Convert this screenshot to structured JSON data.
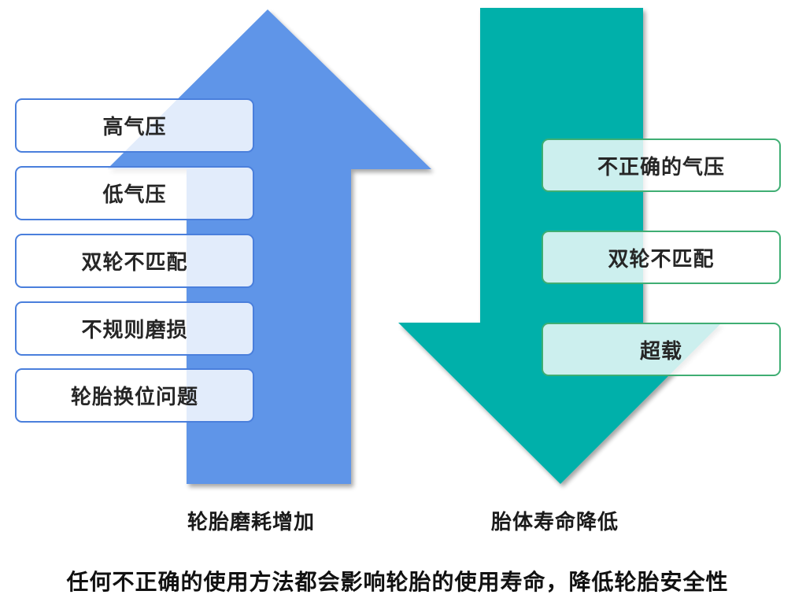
{
  "colors": {
    "up_arrow": "#5f95e8",
    "down_arrow": "#00b0aa",
    "blue_border": "#4a7fdc",
    "green_border": "#3fae73"
  },
  "left": {
    "items": [
      "高气压",
      "低气压",
      "双轮不匹配",
      "不规则磨损",
      "轮胎换位问题"
    ],
    "label": "轮胎磨耗增加"
  },
  "right": {
    "items": [
      "不正确的气压",
      "双轮不匹配",
      "超载"
    ],
    "label": "胎体寿命降低"
  },
  "caption": "任何不正确的使用方法都会影响轮胎的使用寿命，降低轮胎安全性"
}
